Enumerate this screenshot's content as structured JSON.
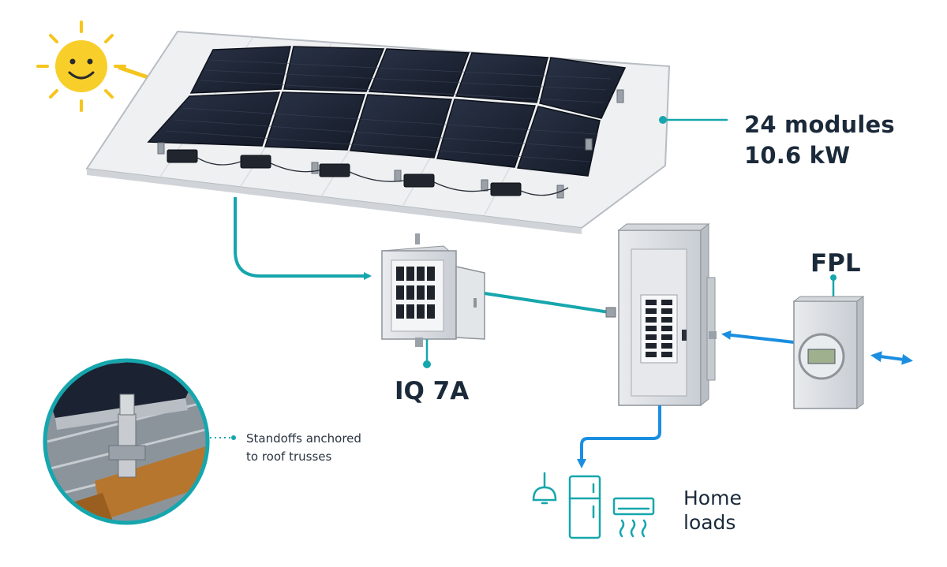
{
  "array": {
    "modules_line": "24 modules",
    "power_line": "10.6 kW"
  },
  "combiner": {
    "label": "IQ 7A"
  },
  "utility": {
    "label": "FPL"
  },
  "mount": {
    "line1": "Standoffs anchored",
    "line2": "to roof trusses"
  },
  "loads": {
    "line1": "Home",
    "line2": "loads"
  },
  "colors": {
    "teal": "#16a6ad",
    "flow_blue": "#1a8ee0",
    "sun": "#f5c51d",
    "panel": "#1b2232",
    "text": "#1b2a3a"
  },
  "icons": [
    "sun-icon",
    "pendant-lamp-icon",
    "refrigerator-icon",
    "air-conditioner-icon"
  ]
}
